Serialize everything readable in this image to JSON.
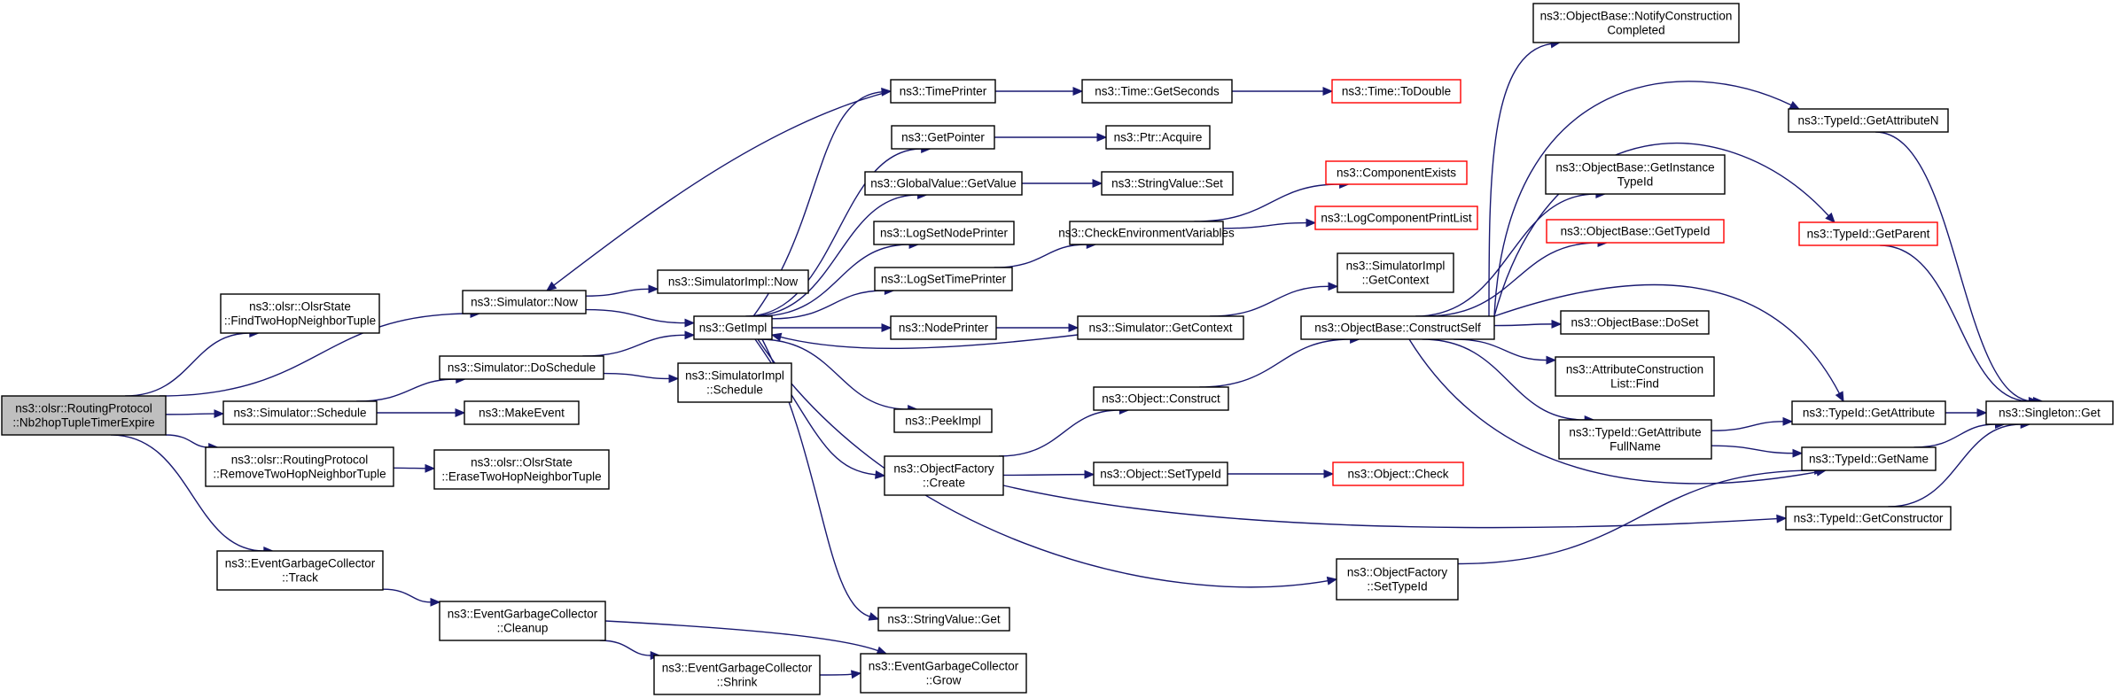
{
  "graph": {
    "type": "call-graph",
    "nodes": [
      {
        "id": "root",
        "lines": [
          "ns3::olsr::RoutingProtocol",
          "::Nb2hopTupleTimerExpire"
        ],
        "style": "root"
      },
      {
        "id": "findTwoHop",
        "lines": [
          "ns3::olsr::OlsrState",
          "::FindTwoHopNeighborTuple"
        ],
        "style": "normal"
      },
      {
        "id": "simNow",
        "lines": [
          "ns3::Simulator::Now"
        ],
        "style": "normal"
      },
      {
        "id": "simSchedule",
        "lines": [
          "ns3::Simulator::Schedule"
        ],
        "style": "normal"
      },
      {
        "id": "removeTwoHop",
        "lines": [
          "ns3::olsr::RoutingProtocol",
          "::RemoveTwoHopNeighborTuple"
        ],
        "style": "normal"
      },
      {
        "id": "egcTrack",
        "lines": [
          "ns3::EventGarbageCollector",
          "::Track"
        ],
        "style": "normal"
      },
      {
        "id": "eraseTwoHop",
        "lines": [
          "ns3::olsr::OlsrState",
          "::EraseTwoHopNeighborTuple"
        ],
        "style": "normal"
      },
      {
        "id": "doSchedule",
        "lines": [
          "ns3::Simulator::DoSchedule"
        ],
        "style": "normal"
      },
      {
        "id": "makeEvent",
        "lines": [
          "ns3::MakeEvent"
        ],
        "style": "normal"
      },
      {
        "id": "egcCleanup",
        "lines": [
          "ns3::EventGarbageCollector",
          "::Cleanup"
        ],
        "style": "normal"
      },
      {
        "id": "simImplNow",
        "lines": [
          "ns3::SimulatorImpl::Now"
        ],
        "style": "normal"
      },
      {
        "id": "getImpl",
        "lines": [
          "ns3::GetImpl"
        ],
        "style": "normal"
      },
      {
        "id": "simImplSchedule",
        "lines": [
          "ns3::SimulatorImpl",
          "::Schedule"
        ],
        "style": "normal"
      },
      {
        "id": "egcShrink",
        "lines": [
          "ns3::EventGarbageCollector",
          "::Shrink"
        ],
        "style": "normal"
      },
      {
        "id": "timePrinter",
        "lines": [
          "ns3::TimePrinter"
        ],
        "style": "normal"
      },
      {
        "id": "getPointer",
        "lines": [
          "ns3::GetPointer"
        ],
        "style": "normal"
      },
      {
        "id": "gvGetValue",
        "lines": [
          "ns3::GlobalValue::GetValue"
        ],
        "style": "normal"
      },
      {
        "id": "logSetNode",
        "lines": [
          "ns3::LogSetNodePrinter"
        ],
        "style": "normal"
      },
      {
        "id": "logSetTime",
        "lines": [
          "ns3::LogSetTimePrinter"
        ],
        "style": "normal"
      },
      {
        "id": "nodePrinter",
        "lines": [
          "ns3::NodePrinter"
        ],
        "style": "normal"
      },
      {
        "id": "peekImpl",
        "lines": [
          "ns3::PeekImpl"
        ],
        "style": "normal"
      },
      {
        "id": "ofCreate",
        "lines": [
          "ns3::ObjectFactory",
          "::Create"
        ],
        "style": "normal"
      },
      {
        "id": "svGet",
        "lines": [
          "ns3::StringValue::Get"
        ],
        "style": "normal"
      },
      {
        "id": "egcGrow",
        "lines": [
          "ns3::EventGarbageCollector",
          "::Grow"
        ],
        "style": "normal"
      },
      {
        "id": "timeGetSeconds",
        "lines": [
          "ns3::Time::GetSeconds"
        ],
        "style": "normal"
      },
      {
        "id": "ptrAcquire",
        "lines": [
          "ns3::Ptr::Acquire"
        ],
        "style": "normal"
      },
      {
        "id": "svSet",
        "lines": [
          "ns3::StringValue::Set"
        ],
        "style": "normal"
      },
      {
        "id": "checkEnv",
        "lines": [
          "ns3::CheckEnvironmentVariables"
        ],
        "style": "normal"
      },
      {
        "id": "simGetContext",
        "lines": [
          "ns3::Simulator::GetContext"
        ],
        "style": "normal"
      },
      {
        "id": "objConstruct",
        "lines": [
          "ns3::Object::Construct"
        ],
        "style": "normal"
      },
      {
        "id": "objSetTypeId",
        "lines": [
          "ns3::Object::SetTypeId"
        ],
        "style": "normal"
      },
      {
        "id": "ofSetTypeId",
        "lines": [
          "ns3::ObjectFactory",
          "::SetTypeId"
        ],
        "style": "normal"
      },
      {
        "id": "timeToDouble",
        "lines": [
          "ns3::Time::ToDouble"
        ],
        "style": "red"
      },
      {
        "id": "compExists",
        "lines": [
          "ns3::ComponentExists"
        ],
        "style": "red"
      },
      {
        "id": "logCompPrint",
        "lines": [
          "ns3::LogComponentPrintList"
        ],
        "style": "red"
      },
      {
        "id": "simImplGetCtx",
        "lines": [
          "ns3::SimulatorImpl",
          "::GetContext"
        ],
        "style": "normal"
      },
      {
        "id": "obConstructSelf",
        "lines": [
          "ns3::ObjectBase::ConstructSelf"
        ],
        "style": "normal"
      },
      {
        "id": "objCheck",
        "lines": [
          "ns3::Object::Check"
        ],
        "style": "red"
      },
      {
        "id": "obNotify",
        "lines": [
          "ns3::ObjectBase::NotifyConstruction",
          "Completed"
        ],
        "style": "normal"
      },
      {
        "id": "obGetInstance",
        "lines": [
          "ns3::ObjectBase::GetInstance",
          "TypeId"
        ],
        "style": "normal"
      },
      {
        "id": "obGetTypeId",
        "lines": [
          "ns3::ObjectBase::GetTypeId"
        ],
        "style": "red"
      },
      {
        "id": "obDoSet",
        "lines": [
          "ns3::ObjectBase::DoSet"
        ],
        "style": "normal"
      },
      {
        "id": "acFind",
        "lines": [
          "ns3::AttributeConstruction",
          "List::Find"
        ],
        "style": "normal"
      },
      {
        "id": "tidGetAttrFull",
        "lines": [
          "ns3::TypeId::GetAttribute",
          "FullName"
        ],
        "style": "normal"
      },
      {
        "id": "tidGetAttrN",
        "lines": [
          "ns3::TypeId::GetAttributeN"
        ],
        "style": "normal"
      },
      {
        "id": "tidGetParent",
        "lines": [
          "ns3::TypeId::GetParent"
        ],
        "style": "red"
      },
      {
        "id": "tidGetAttr",
        "lines": [
          "ns3::TypeId::GetAttribute"
        ],
        "style": "normal"
      },
      {
        "id": "tidGetName",
        "lines": [
          "ns3::TypeId::GetName"
        ],
        "style": "normal"
      },
      {
        "id": "tidGetCtor",
        "lines": [
          "ns3::TypeId::GetConstructor"
        ],
        "style": "normal"
      },
      {
        "id": "singletonGet",
        "lines": [
          "ns3::Singleton::Get"
        ],
        "style": "normal"
      }
    ],
    "edges": [
      [
        "root",
        "findTwoHop"
      ],
      [
        "root",
        "simNow"
      ],
      [
        "root",
        "simSchedule"
      ],
      [
        "root",
        "removeTwoHop"
      ],
      [
        "root",
        "egcTrack"
      ],
      [
        "simNow",
        "simImplNow"
      ],
      [
        "simNow",
        "getImpl"
      ],
      [
        "simSchedule",
        "doSchedule"
      ],
      [
        "simSchedule",
        "makeEvent"
      ],
      [
        "removeTwoHop",
        "eraseTwoHop"
      ],
      [
        "egcTrack",
        "egcCleanup"
      ],
      [
        "doSchedule",
        "getImpl"
      ],
      [
        "doSchedule",
        "simImplSchedule"
      ],
      [
        "egcCleanup",
        "egcShrink"
      ],
      [
        "egcCleanup",
        "egcGrow"
      ],
      [
        "egcShrink",
        "egcGrow"
      ],
      [
        "timePrinter",
        "simNow"
      ],
      [
        "getImpl",
        "timePrinter"
      ],
      [
        "getImpl",
        "getPointer"
      ],
      [
        "getImpl",
        "gvGetValue"
      ],
      [
        "getImpl",
        "logSetNode"
      ],
      [
        "getImpl",
        "logSetTime"
      ],
      [
        "getImpl",
        "nodePrinter"
      ],
      [
        "getImpl",
        "peekImpl"
      ],
      [
        "getImpl",
        "ofCreate"
      ],
      [
        "getImpl",
        "svGet"
      ],
      [
        "getImpl",
        "ofSetTypeId"
      ],
      [
        "timePrinter",
        "timeGetSeconds"
      ],
      [
        "timeGetSeconds",
        "timeToDouble"
      ],
      [
        "getPointer",
        "ptrAcquire"
      ],
      [
        "gvGetValue",
        "svSet"
      ],
      [
        "logSetTime",
        "checkEnv"
      ],
      [
        "checkEnv",
        "compExists"
      ],
      [
        "checkEnv",
        "logCompPrint"
      ],
      [
        "nodePrinter",
        "simGetContext"
      ],
      [
        "simGetContext",
        "getImpl"
      ],
      [
        "simGetContext",
        "simImplGetCtx"
      ],
      [
        "ofCreate",
        "objConstruct"
      ],
      [
        "ofCreate",
        "objSetTypeId"
      ],
      [
        "ofCreate",
        "tidGetCtor"
      ],
      [
        "objConstruct",
        "obConstructSelf"
      ],
      [
        "objSetTypeId",
        "objCheck"
      ],
      [
        "ofSetTypeId",
        "tidGetName"
      ],
      [
        "obConstructSelf",
        "obNotify"
      ],
      [
        "obConstructSelf",
        "obGetInstance"
      ],
      [
        "obConstructSelf",
        "obGetTypeId"
      ],
      [
        "obConstructSelf",
        "obDoSet"
      ],
      [
        "obConstructSelf",
        "acFind"
      ],
      [
        "obConstructSelf",
        "tidGetAttrFull"
      ],
      [
        "obConstructSelf",
        "tidGetAttrN"
      ],
      [
        "obConstructSelf",
        "tidGetParent"
      ],
      [
        "obConstructSelf",
        "tidGetAttr"
      ],
      [
        "obConstructSelf",
        "tidGetName"
      ],
      [
        "tidGetAttrFull",
        "tidGetAttr"
      ],
      [
        "tidGetAttrFull",
        "tidGetName"
      ],
      [
        "tidGetAttrN",
        "singletonGet"
      ],
      [
        "tidGetParent",
        "singletonGet"
      ],
      [
        "tidGetAttr",
        "singletonGet"
      ],
      [
        "tidGetName",
        "singletonGet"
      ],
      [
        "tidGetCtor",
        "singletonGet"
      ]
    ]
  }
}
